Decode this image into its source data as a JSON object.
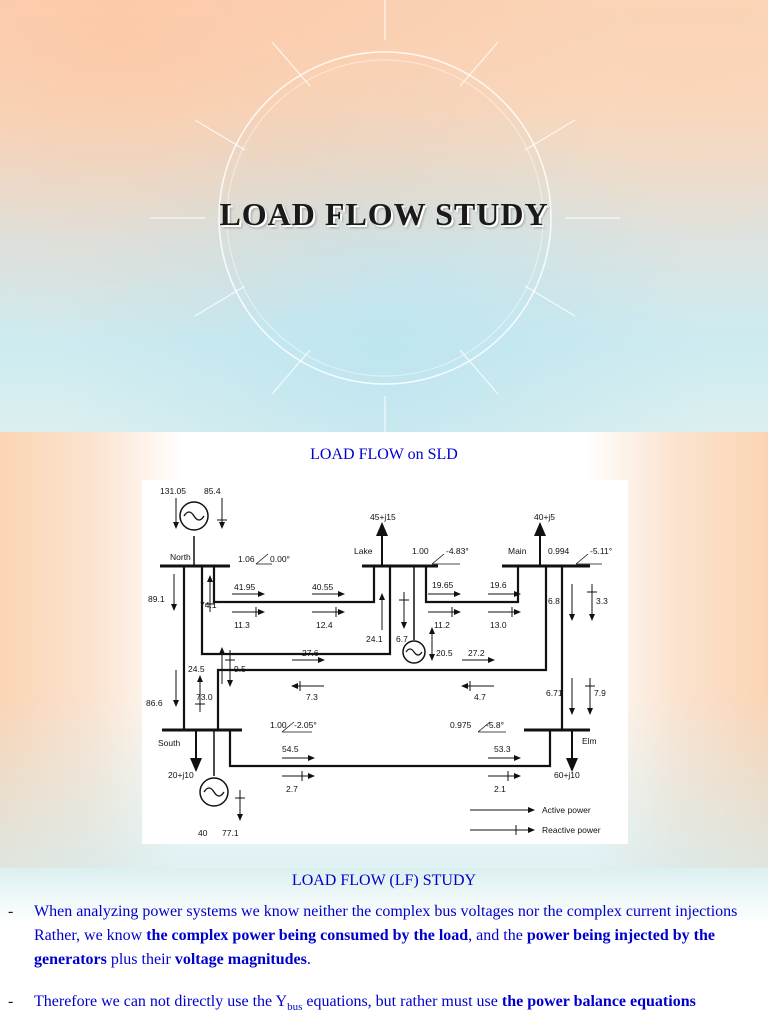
{
  "slide1": {
    "title": "LOAD FLOW STUDY"
  },
  "slide2": {
    "heading": "LOAD FLOW on SLD",
    "diagram": {
      "buses": {
        "north": {
          "name": "North",
          "voltage": "1.06",
          "angle": "0.00°"
        },
        "lake": {
          "name": "Lake",
          "voltage": "1.00",
          "angle": "-4.83°"
        },
        "main": {
          "name": "Main",
          "voltage": "0.994",
          "angle": "-5.11°"
        },
        "south": {
          "name": "South",
          "voltage": "1.00",
          "angle": "-2.05°"
        },
        "elm": {
          "name": "Elm",
          "voltage": "0.975",
          "angle": "-5.8°"
        }
      },
      "gen_north": {
        "p": "131.05",
        "q": "85.4"
      },
      "gen_south": {
        "p": "40",
        "q": "77.1"
      },
      "gen_lake": {
        "q": "20.5"
      },
      "loads": {
        "lake": "45+j15",
        "main": "40+j5",
        "south": "20+j10",
        "elm": "60+j10"
      },
      "flows": {
        "f1": "41.95",
        "f2": "40.55",
        "f3": "11.3",
        "f4": "12.4",
        "f5": "19.65",
        "f6": "19.6",
        "f7": "11.2",
        "f8": "13.0",
        "f9": "89.1",
        "f10": "74.1",
        "f11": "86.6",
        "f12": "73.0",
        "f13": "24.5",
        "f14": "9.5",
        "f15": "27.6",
        "f16": "7.3",
        "f17": "24.1",
        "f18": "6.7",
        "f19": "27.2",
        "f20": "4.7",
        "f21": "6.8",
        "f22": "3.3",
        "f23": "6.71",
        "f24": "7.9",
        "f25": "54.5",
        "f26": "2.7",
        "f27": "53.3",
        "f28": "2.1"
      },
      "legend": {
        "active": "Active power",
        "reactive": "Reactive power"
      }
    }
  },
  "slide3": {
    "heading": "LOAD FLOW (LF) STUDY",
    "b1": {
      "dash": "-",
      "t1": "When analyzing power systems we know neither the complex bus voltages nor the complex current injections  Rather, we know ",
      "b1": "the complex power being consumed by the load",
      "t2": ", and the ",
      "b2": "power being injected by the generators",
      "t3": " plus their ",
      "b3": "voltage magnitudes",
      "t4": "."
    },
    "b2": {
      "dash": "-",
      "t1": "Therefore we can not directly use the Y",
      "sub": "bus",
      "t2": " equations, but rather must use ",
      "b1": "the power balance equations"
    }
  }
}
